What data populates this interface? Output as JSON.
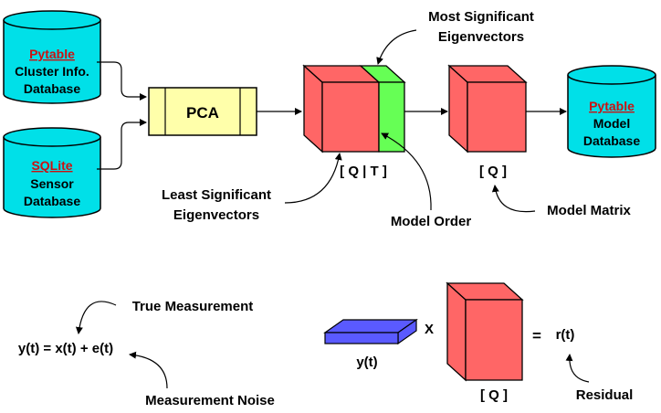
{
  "top": {
    "db1": {
      "name": "Pytable",
      "line2": "Cluster Info.",
      "line3": "Database"
    },
    "db2": {
      "name": "SQLite",
      "line2": "Sensor",
      "line3": "Database"
    },
    "pca": "PCA",
    "qt_label": "[ Q | T ]",
    "q_label": "[ Q ]",
    "db3": {
      "name": "Pytable",
      "line2": "Model",
      "line3": "Database"
    },
    "most_sig_1": "Most Significant",
    "most_sig_2": "Eigenvectors",
    "least_sig_1": "Least Significant",
    "least_sig_2": "Eigenvectors",
    "model_order": "Model Order",
    "model_matrix": "Model Matrix"
  },
  "bottom": {
    "equation": "y(t) = x(t) + e(t)",
    "true_measurement": "True Measurement",
    "measurement_noise": "Measurement Noise",
    "yt": "y(t)",
    "times": "X",
    "equals": "=",
    "rt": "r(t)",
    "q_label": "[ Q ]",
    "residual": "Residual"
  },
  "colors": {
    "cylinder": "#00e0e8",
    "pca": "#ffffaa",
    "cube_red": "#ff6666",
    "cube_green": "#66ff55",
    "slab_blue": "#5a5aff",
    "db_name": "#cc1111"
  }
}
